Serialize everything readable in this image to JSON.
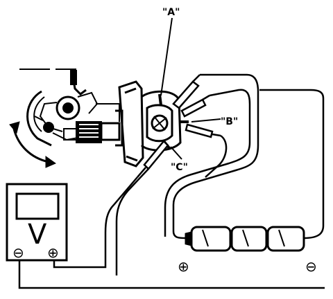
{
  "labels": {
    "terminal_a": "\"A\"",
    "terminal_b": "\"B\"",
    "terminal_c": "\"C\""
  },
  "voltmeter": {
    "unit": "V",
    "negative_terminal": "⊖",
    "positive_terminal": "⊕"
  },
  "battery": {
    "positive": "⊕",
    "negative": "⊖"
  },
  "colors": {
    "ink": "#000000",
    "paper": "#ffffff"
  }
}
